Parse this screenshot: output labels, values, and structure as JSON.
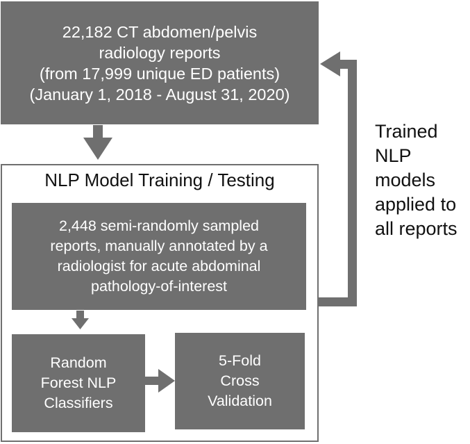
{
  "top_box": {
    "lines": [
      "22,182 CT abdomen/pelvis",
      "radiology reports",
      "(from 17,999 unique ED patients)",
      "(January 1, 2018 - August 31, 2020)"
    ]
  },
  "training_panel": {
    "title": "NLP Model Training / Testing",
    "annotation_box": {
      "lines": [
        "2,448 semi-randomly sampled",
        "reports, manually annotated by a",
        "radiologist for acute abdominal",
        "pathology-of-interest"
      ]
    },
    "classifier_box": {
      "lines": [
        "Random",
        "Forest NLP",
        "Classifiers"
      ]
    },
    "validation_box": {
      "lines": [
        "5-Fold",
        "Cross",
        "Validation"
      ]
    }
  },
  "feedback_label": {
    "lines": [
      "Trained",
      "NLP",
      "models",
      "applied to",
      "all reports"
    ]
  },
  "colors": {
    "box_fill": "#6f6f6f",
    "arrow": "#6f6f6f",
    "text_dark": "#111111",
    "text_light": "#ffffff"
  }
}
